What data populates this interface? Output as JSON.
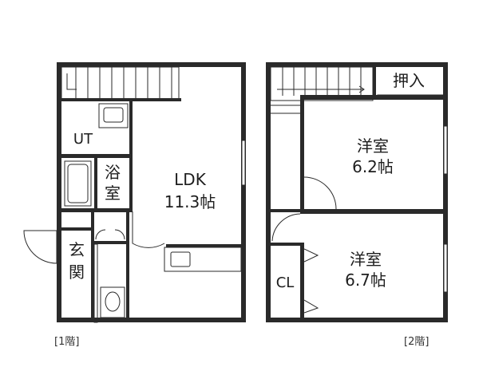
{
  "floor1": {
    "label": "[1階]",
    "rooms": {
      "ut": "UT",
      "bath_line1": "浴",
      "bath_line2": "室",
      "ldk_name": "LDK",
      "ldk_size": "11.3帖",
      "entrance_line1": "玄",
      "entrance_line2": "関"
    }
  },
  "floor2": {
    "label": "[2階]",
    "rooms": {
      "closet_top": "押入",
      "western_room_a_name": "洋室",
      "western_room_a_size": "6.2帖",
      "western_room_b_name": "洋室",
      "western_room_b_size": "6.7帖",
      "cl": "CL"
    }
  }
}
